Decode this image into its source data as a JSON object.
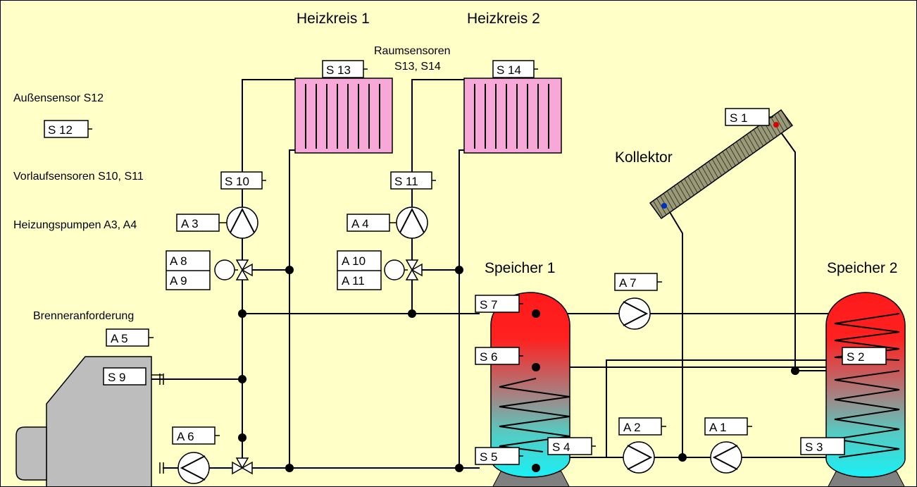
{
  "titles": {
    "heizkreis1": "Heizkreis 1",
    "heizkreis2": "Heizkreis 2",
    "raumsensoren_line1": "Raumsensoren",
    "raumsensoren_line2": "S13, S14",
    "aussensensor": "Außensensor S12",
    "vorlaufsensoren": "Vorlaufsensoren S10, S11",
    "heizungspumpen": "Heizungspumpen A3, A4",
    "brenneranforderung": "Brenneranforderung",
    "kollektor": "Kollektor",
    "speicher1": "Speicher 1",
    "speicher2": "Speicher 2"
  },
  "sensors": {
    "s1": "S 1",
    "s2": "S 2",
    "s3": "S 3",
    "s4": "S 4",
    "s5": "S 5",
    "s6": "S 6",
    "s7": "S 7",
    "s9": "S 9",
    "s10": "S 10",
    "s11": "S 11",
    "s12": "S 12",
    "s13": "S 13",
    "s14": "S 14"
  },
  "outputs": {
    "a1": "A 1",
    "a2": "A 2",
    "a3": "A 3",
    "a4": "A 4",
    "a5": "A 5",
    "a6": "A 6",
    "a7": "A 7",
    "a8": "A 8",
    "a9": "A 9",
    "a10": "A 10",
    "a11": "A 11"
  },
  "colors": {
    "background": "#ffffc8",
    "radiator": "#f7a8d8",
    "tank_hot": "#ff1a1a",
    "tank_cold": "#19f0f5",
    "boiler": "#bdbdbd",
    "collector": "#8c8c6c"
  }
}
